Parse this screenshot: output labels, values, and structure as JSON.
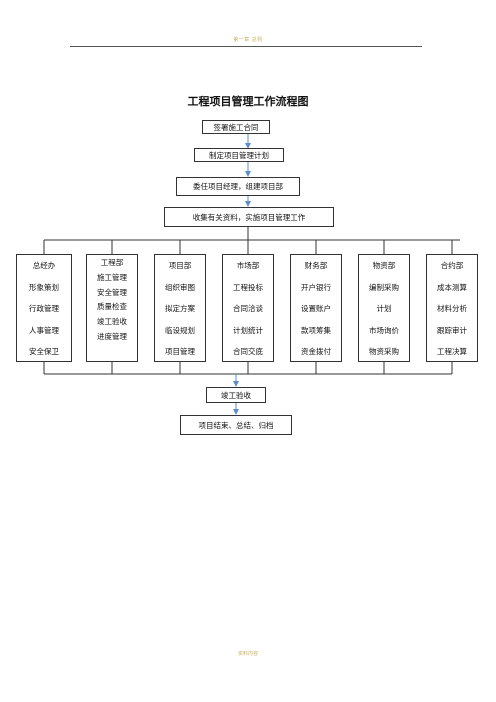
{
  "header": {
    "text": "第一章 总则"
  },
  "title": "工程项目管理工作流程图",
  "steps_top": [
    "签署施工合同",
    "制定项目管理计划",
    "委任项目经理，组建项目部",
    "收集有关资料，实施项目管理工作"
  ],
  "departments": [
    {
      "name": "总经办",
      "items": [
        "形象策划",
        "行政管理",
        "人事管理",
        "安全保卫"
      ]
    },
    {
      "name": "工程部",
      "items": [
        "施工管理",
        "安全管理",
        "质量检查",
        "竣工验收",
        "进度管理"
      ]
    },
    {
      "name": "项目部",
      "items": [
        "组织审图",
        "拟定方案",
        "临设规划",
        "项目管理"
      ]
    },
    {
      "name": "市场部",
      "items": [
        "工程投标",
        "合同洽谈",
        "计划统计",
        "合同交底"
      ]
    },
    {
      "name": "财务部",
      "items": [
        "开户银行",
        "设置账户",
        "款项筹集",
        "资金拨付"
      ]
    },
    {
      "name": "物资部",
      "items": [
        "编制采购",
        "计划",
        "市场询价",
        "物资采购"
      ]
    },
    {
      "name": "合约部",
      "items": [
        "成本测算",
        "材料分析",
        "跟踪审计",
        "工程决算"
      ]
    }
  ],
  "steps_bottom": [
    "竣工验收",
    "项目结束、总结、归档"
  ],
  "footer": {
    "text": "资料内容"
  },
  "colors": {
    "arrow": "#5b8fc9",
    "line": "#333333",
    "header": "#c8b060"
  }
}
